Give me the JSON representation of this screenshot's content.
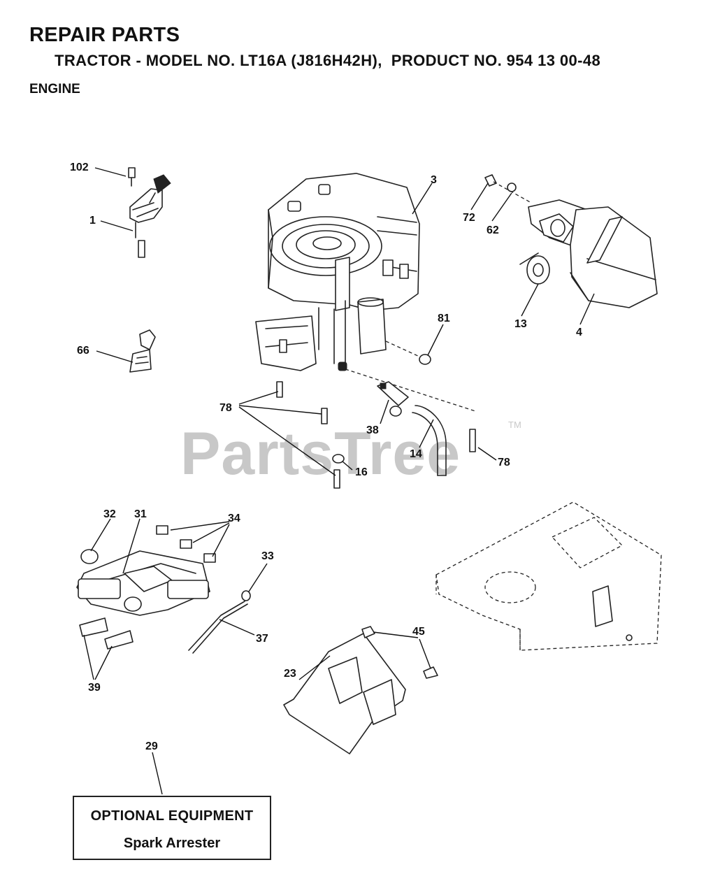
{
  "header": {
    "title": "REPAIR PARTS",
    "subtitle": "TRACTOR - MODEL NO. LT16A (J816H42H),  PRODUCT NO. 954 13 00-48",
    "section": "ENGINE"
  },
  "watermark": {
    "text": "PartsTree",
    "tm": "TM"
  },
  "callouts": {
    "c102": "102",
    "c1": "1",
    "c66": "66",
    "c3": "3",
    "c72": "72",
    "c62": "62",
    "c13": "13",
    "c4": "4",
    "c81": "81",
    "c78a": "78",
    "c38": "38",
    "c14": "14",
    "c78b": "78",
    "c16": "16",
    "c32": "32",
    "c31": "31",
    "c34": "34",
    "c33": "33",
    "c37": "37",
    "c39": "39",
    "c45": "45",
    "c23": "23",
    "c29": "29"
  },
  "optional_equipment": {
    "title": "OPTIONAL EQUIPMENT",
    "item": "Spark Arrester"
  }
}
